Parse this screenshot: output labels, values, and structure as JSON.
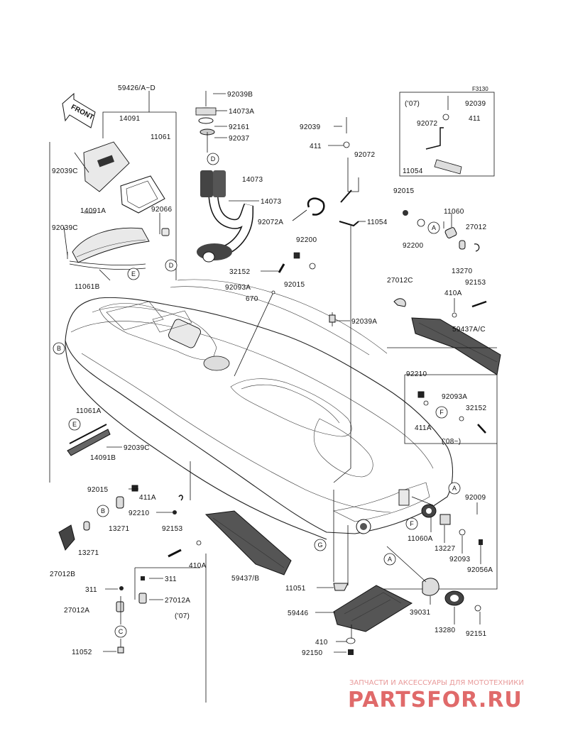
{
  "diagram_code": "F3130",
  "front_label": "FRONT",
  "inset_top_year": "('07)",
  "inset_left_year": "('07)",
  "inset_right_year": "('08~)",
  "labels": {
    "l59426": "59426/A~D",
    "l14091": "14091",
    "l11061": "11061",
    "l92039C_1": "92039C",
    "l14091A": "14091A",
    "l92066": "92066",
    "l92039C_2": "92039C",
    "l11061B": "11061B",
    "l92039B": "92039B",
    "l14073A": "14073A",
    "l92161": "92161",
    "l92037": "92037",
    "l14073_1": "14073",
    "l14073_2": "14073",
    "l92039": "92039",
    "l411": "411",
    "l92072": "92072",
    "l92072A": "92072A",
    "l11054": "11054",
    "l92200_1": "92200",
    "l32152_1": "32152",
    "l92015_1": "92015",
    "l92093A_1": "92093A",
    "l670": "670",
    "i92039": "92039",
    "i411": "411",
    "i92072": "92072",
    "i11054": "11054",
    "i92015": "92015",
    "l11060": "11060",
    "l27012": "27012",
    "l92200_2": "92200",
    "l13270": "13270",
    "l92153_1": "92153",
    "l27012C": "27012C",
    "l410A_1": "410A",
    "l92039A": "92039A",
    "l59437AC": "59437A/C",
    "l92210_1": "92210",
    "l92093A_2": "92093A",
    "l32152_2": "32152",
    "l411A_1": "411A",
    "l11061A": "11061A",
    "l92039C_3": "92039C",
    "l14091B": "14091B",
    "l92015_2": "92015",
    "l411A_2": "411A",
    "l92210_2": "92210",
    "l13271_1": "13271",
    "l13271_2": "13271",
    "l27012B": "27012B",
    "l92153_2": "92153",
    "l410A_2": "410A",
    "l59437B": "59437/B",
    "l311_1": "311",
    "l311_2": "311",
    "l27012A_1": "27012A",
    "l27012A_2": "27012A",
    "l11052": "11052",
    "l92009": "92009",
    "l11060A": "11060A",
    "l13227": "13227",
    "l92093": "92093",
    "l92056A": "92056A",
    "l11051": "11051",
    "l59446": "59446",
    "l39031": "39031",
    "l13280": "13280",
    "l92151": "92151",
    "l410": "410",
    "l92150": "92150"
  },
  "callouts": {
    "A": "A",
    "B": "B",
    "C": "C",
    "D": "D",
    "E": "E",
    "F": "F",
    "G": "G"
  },
  "watermark": {
    "tagline": "ЗАПЧАСТИ И АКСЕССУАРЫ ДЛЯ МОТОТЕХНИКИ",
    "brand": "PARTSFOR.RU",
    "color": "#e06a6a"
  }
}
